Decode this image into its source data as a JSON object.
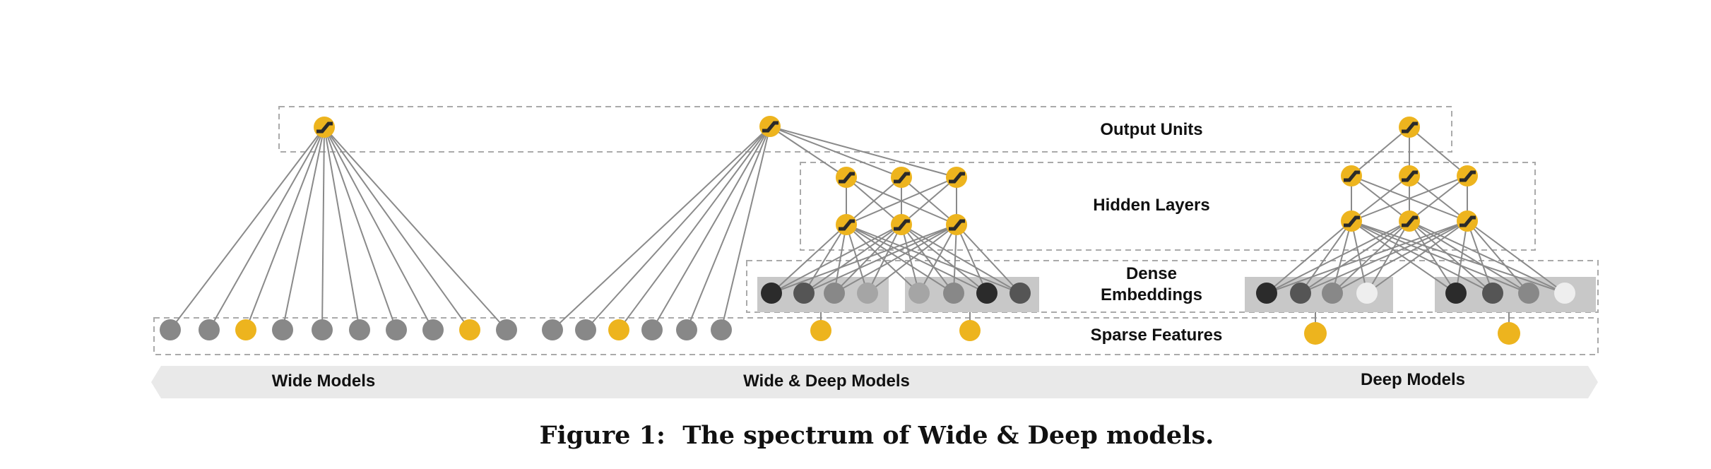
{
  "layers": {
    "output_units": "Output Units",
    "hidden_layers": "Hidden Layers",
    "dense_embeddings": [
      "Dense",
      "Embeddings"
    ],
    "sparse_features": "Sparse Features"
  },
  "models": {
    "wide": "Wide Models",
    "wide_deep": "Wide & Deep Models",
    "deep": "Deep Models"
  },
  "caption": "Figure 1:  The spectrum of Wide & Deep models.",
  "colors": {
    "yellow": "#edb41e",
    "gray": "#888888",
    "edge": "#8a8a8a",
    "band": "#e9e9e9",
    "embedding_group": "#c8c8c8",
    "embedding_shades": [
      "#2b2b2b",
      "#555555",
      "#888888",
      "#a5a5a5",
      "#eeeeee"
    ]
  },
  "icons": {
    "unit": "activation-unit-icon",
    "sparse": "sparse-feature-node",
    "dense": "dense-embedding-node"
  }
}
